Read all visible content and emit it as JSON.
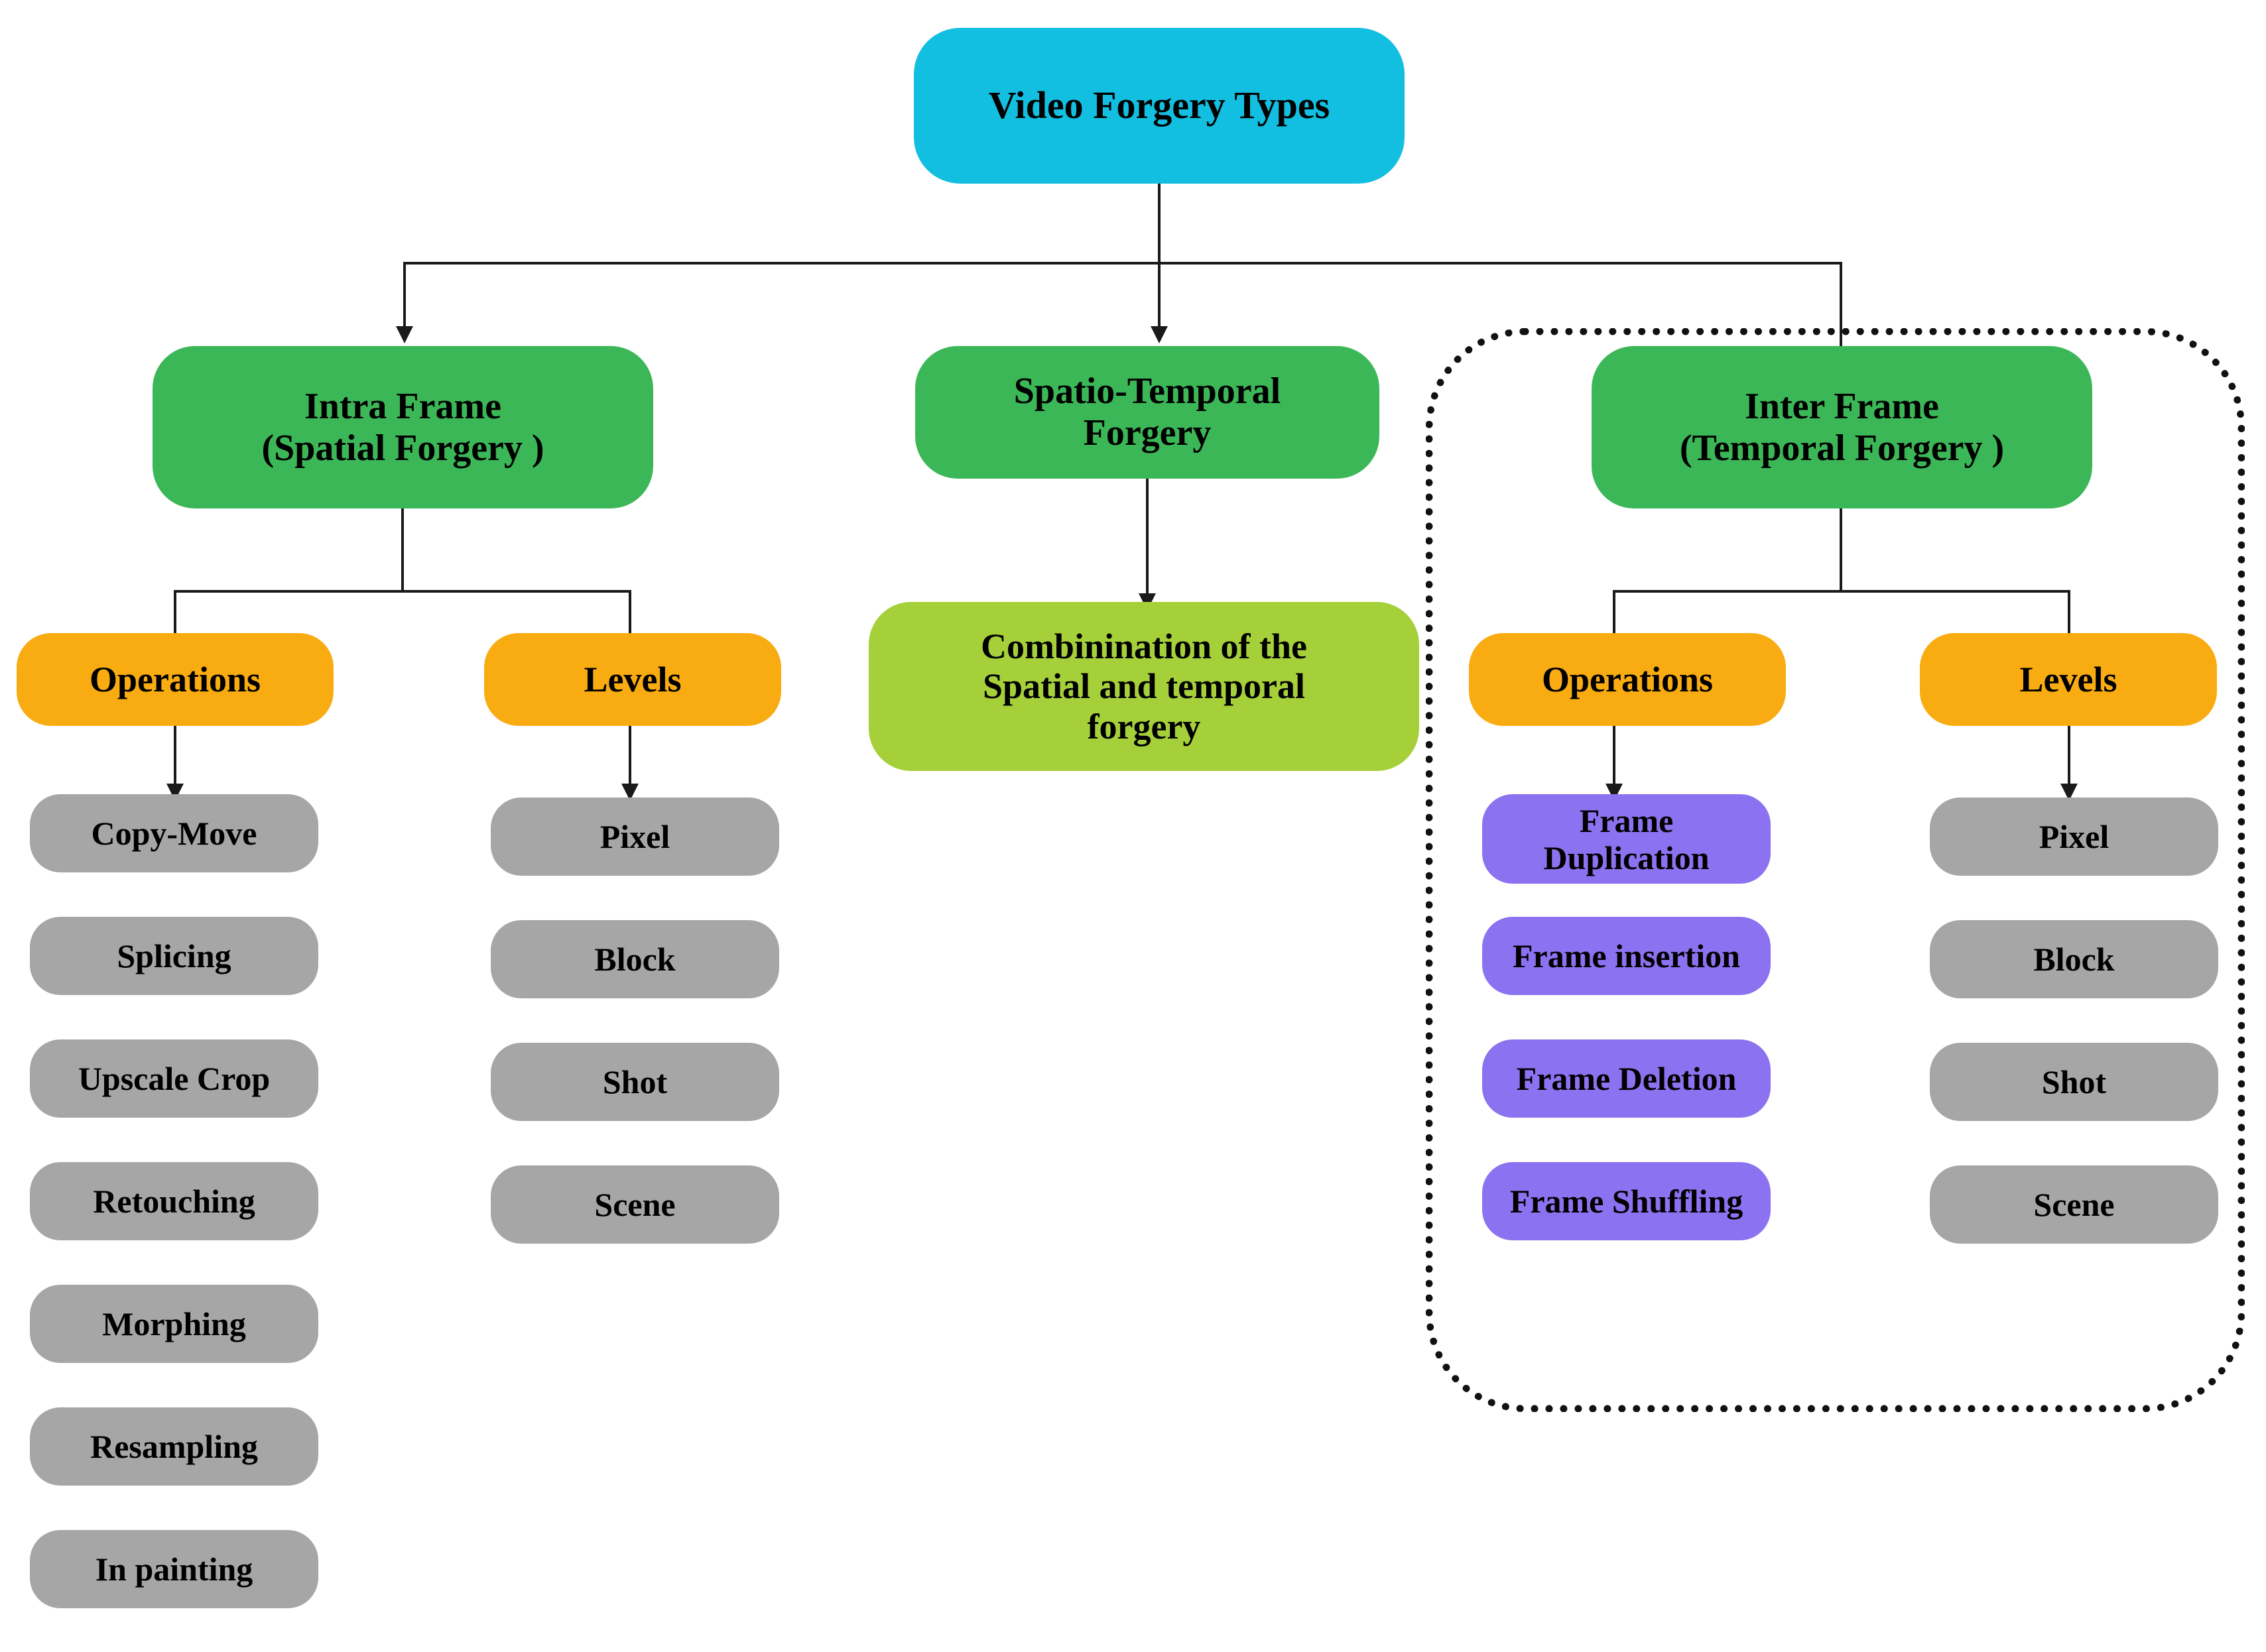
{
  "diagram": {
    "title": "Video Forgery Types",
    "root": {
      "label": "Video Forgery Types",
      "color": "#12bfe0"
    },
    "branches": [
      {
        "key": "intra",
        "label_line1": "Intra Frame",
        "label_line2": "(Spatial Forgery )",
        "color": "#3cb757",
        "categories": [
          {
            "key": "operations",
            "label": "Operations",
            "color": "#f9ab12",
            "items": [
              {
                "label": "Copy-Move",
                "color": "#a6a6a6"
              },
              {
                "label": "Splicing",
                "color": "#a6a6a6"
              },
              {
                "label": "Upscale Crop",
                "color": "#a6a6a6"
              },
              {
                "label": "Retouching",
                "color": "#a6a6a6"
              },
              {
                "label": "Morphing",
                "color": "#a6a6a6"
              },
              {
                "label": "Resampling",
                "color": "#a6a6a6"
              },
              {
                "label": "In painting",
                "color": "#a6a6a6"
              }
            ]
          },
          {
            "key": "levels",
            "label": "Levels",
            "color": "#f9ab12",
            "items": [
              {
                "label": "Pixel",
                "color": "#a6a6a6"
              },
              {
                "label": "Block",
                "color": "#a6a6a6"
              },
              {
                "label": "Shot",
                "color": "#a6a6a6"
              },
              {
                "label": "Scene",
                "color": "#a6a6a6"
              }
            ]
          }
        ]
      },
      {
        "key": "spatio_temporal",
        "label_line1": "Spatio-Temporal",
        "label_line2": "Forgery",
        "color": "#3cb757",
        "result": {
          "line1": "Combinination of the",
          "line2": "Spatial and temporal",
          "line3": "forgery",
          "color": "#a6d03a"
        }
      },
      {
        "key": "inter",
        "label_line1": "Inter Frame",
        "label_line2": "(Temporal Forgery )",
        "color": "#3cb757",
        "highlighted": true,
        "categories": [
          {
            "key": "operations",
            "label": "Operations",
            "color": "#f9ab12",
            "items": [
              {
                "label_line1": "Frame",
                "label_line2": "Duplication",
                "color": "#8b72f0"
              },
              {
                "label": "Frame insertion",
                "color": "#8b72f0"
              },
              {
                "label": "Frame Deletion",
                "color": "#8b72f0"
              },
              {
                "label": "Frame Shuffling",
                "color": "#8b72f0"
              }
            ]
          },
          {
            "key": "levels",
            "label": "Levels",
            "color": "#f9ab12",
            "items": [
              {
                "label": "Pixel",
                "color": "#a6a6a6"
              },
              {
                "label": "Block",
                "color": "#a6a6a6"
              },
              {
                "label": "Shot",
                "color": "#a6a6a6"
              },
              {
                "label": "Scene",
                "color": "#a6a6a6"
              }
            ]
          }
        ]
      }
    ]
  }
}
